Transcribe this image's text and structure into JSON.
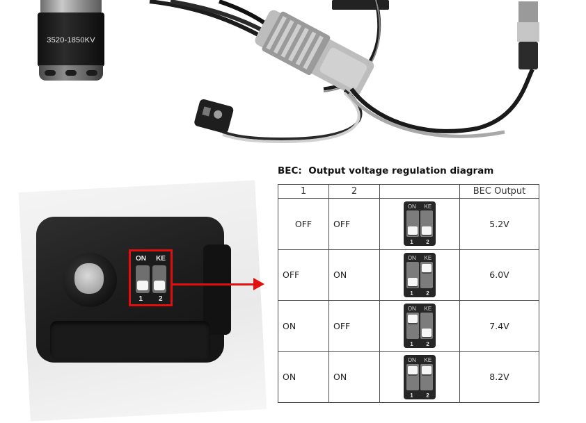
{
  "motor": {
    "label": "3520-1850KV"
  },
  "photo_switch": {
    "dip_labels": [
      "ON",
      "KE"
    ],
    "dip_numbers": [
      "1",
      "2"
    ],
    "highlight_color": "#e01010"
  },
  "diagram": {
    "title": "BEC:  Output voltage regulation diagram",
    "headers": [
      "1",
      "2",
      "",
      "BEC Output"
    ],
    "switch_labels": {
      "top_left": "ON",
      "top_right": "KE",
      "bottom_left": "1",
      "bottom_right": "2"
    },
    "rows": [
      {
        "switch1": "OFF",
        "switch2": "OFF",
        "knob1": "down",
        "knob2": "down",
        "output": "5.2V"
      },
      {
        "switch1": "OFF",
        "switch2": "ON",
        "knob1": "down",
        "knob2": "up",
        "output": "6.0V"
      },
      {
        "switch1": "ON",
        "switch2": "OFF",
        "knob1": "up",
        "knob2": "down",
        "output": "7.4V"
      },
      {
        "switch1": "ON",
        "switch2": "ON",
        "knob1": "up",
        "knob2": "up",
        "output": "8.2V"
      }
    ]
  }
}
